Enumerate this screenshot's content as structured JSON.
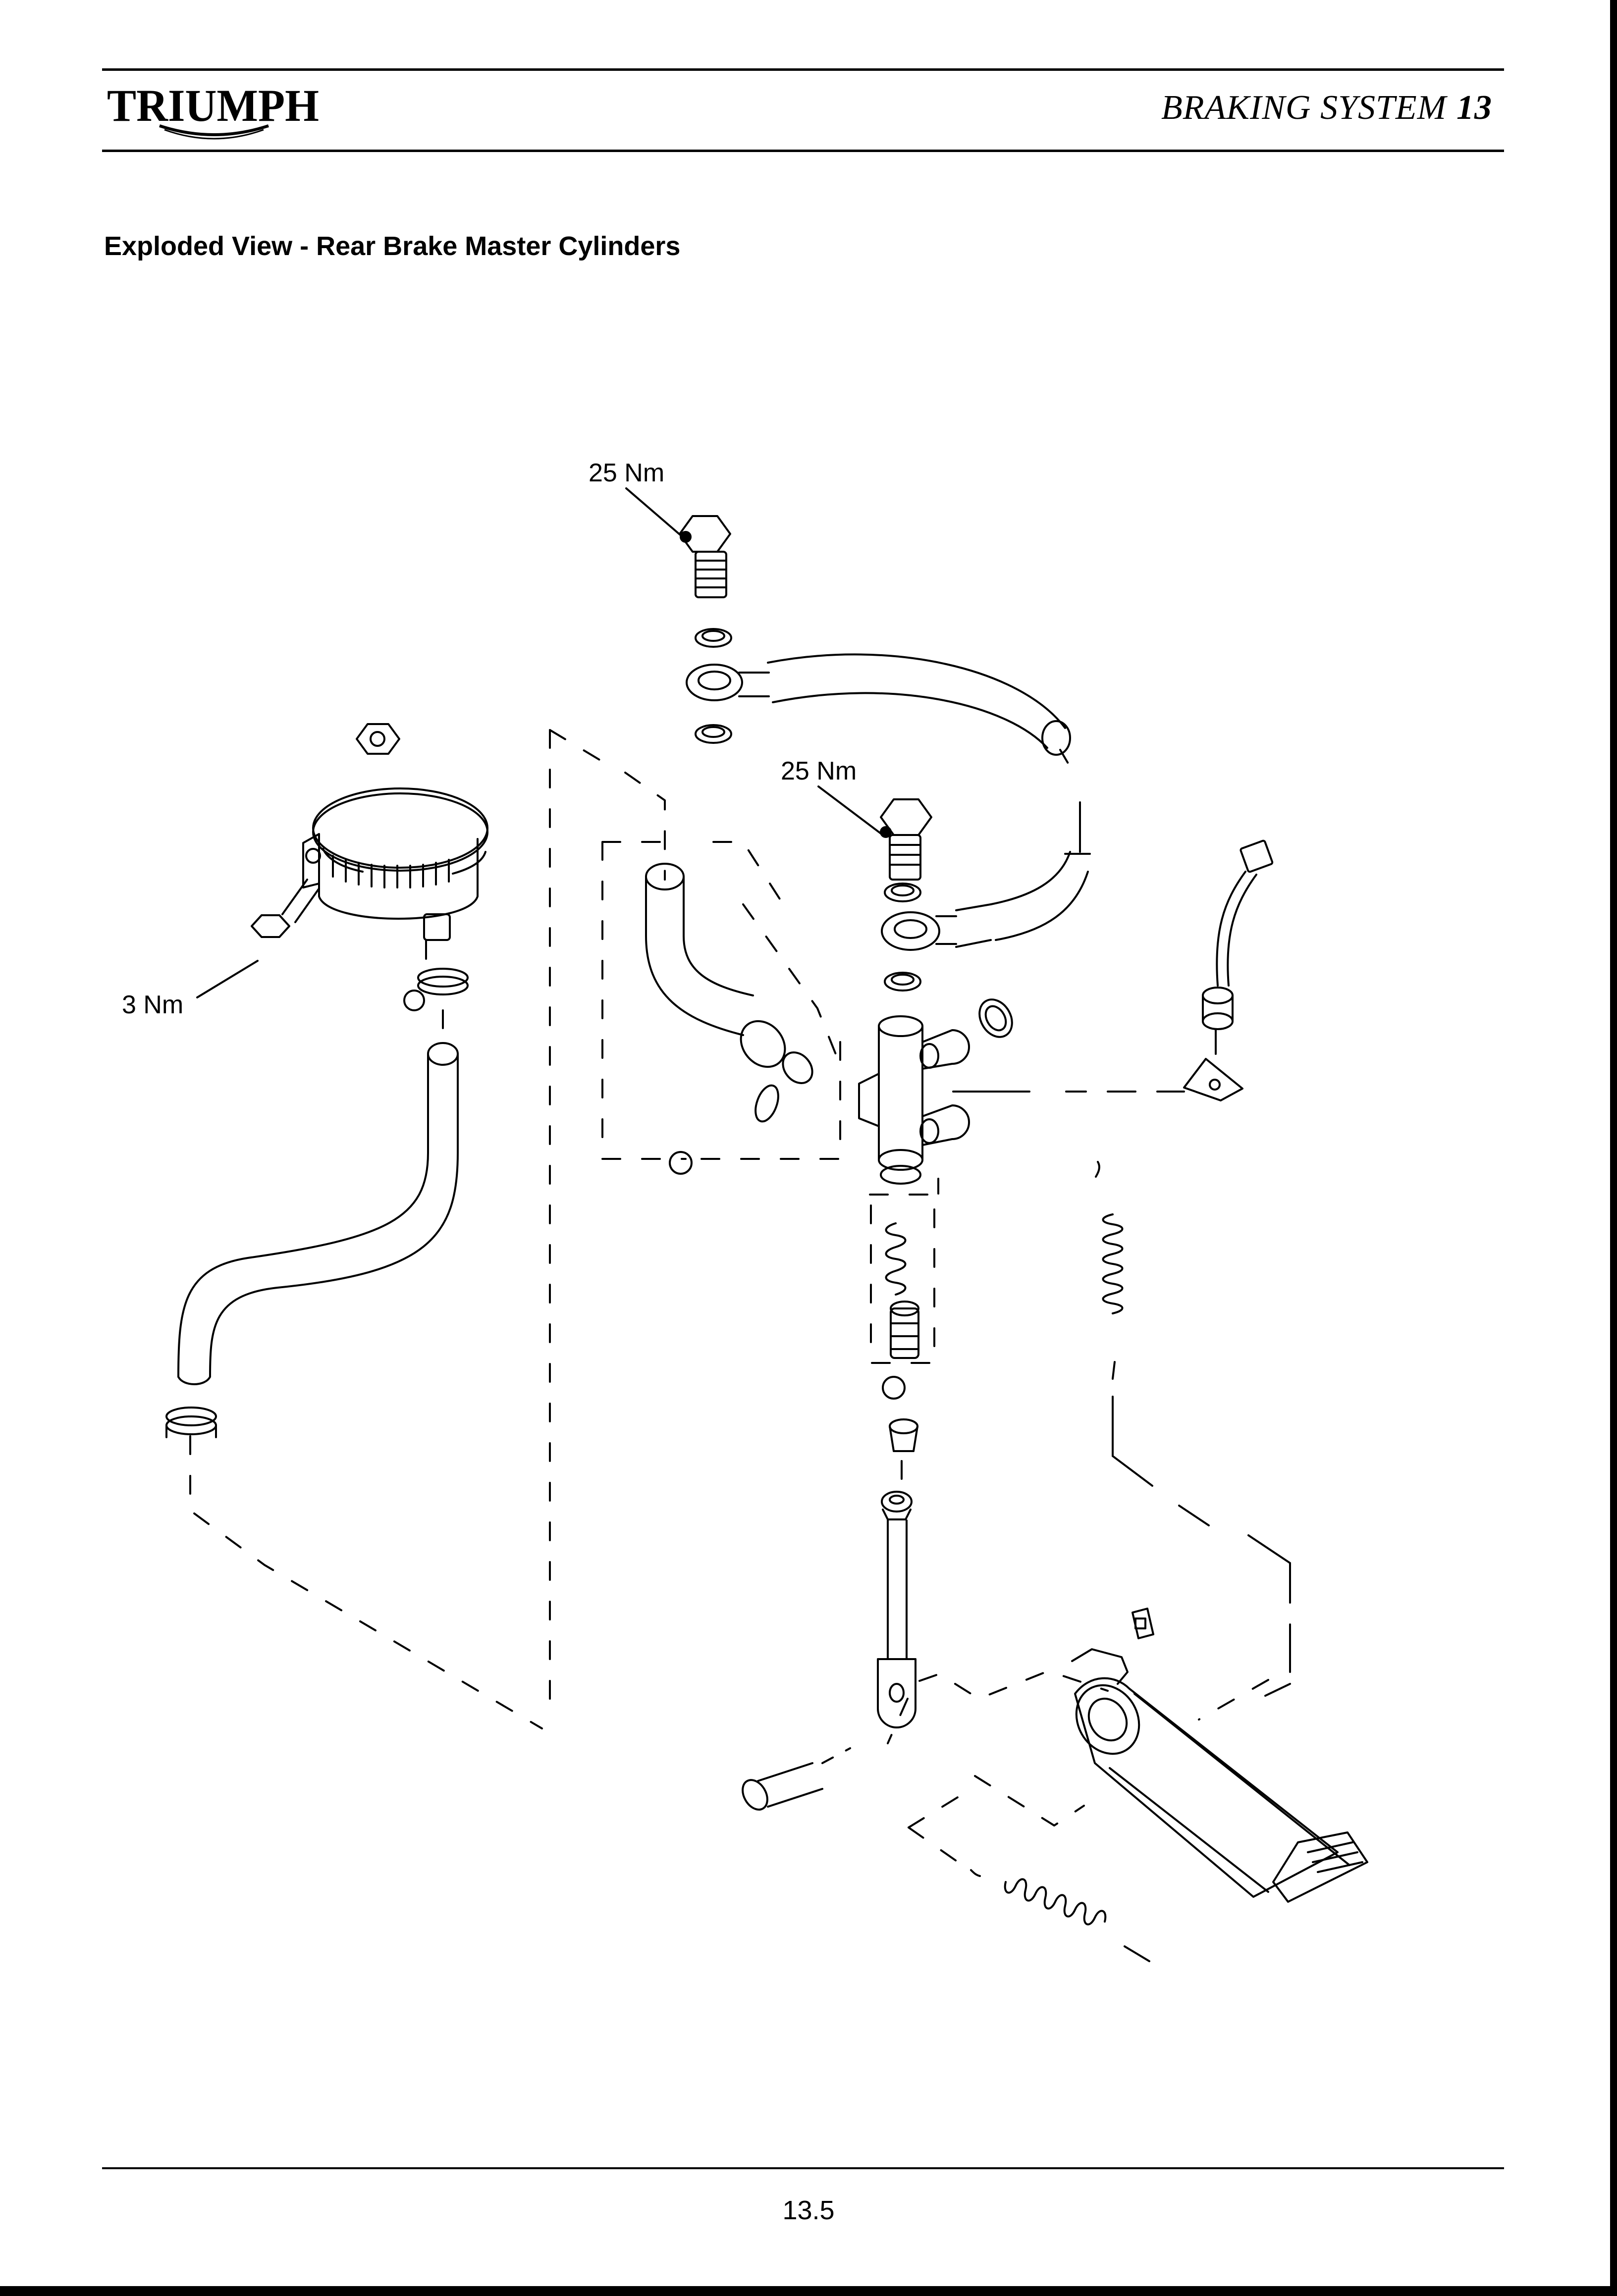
{
  "header": {
    "brand": "TRIUMPH",
    "chapter_title": "BRAKING SYSTEM",
    "chapter_number": "13"
  },
  "section_title": "Exploded View - Rear Brake Master Cylinders",
  "torque_labels": {
    "banjo_bolt_upper": "25 Nm",
    "banjo_bolt_lower": "25 Nm",
    "reservoir_bolt": "3 Nm"
  },
  "footer": {
    "page_number": "13.5"
  }
}
